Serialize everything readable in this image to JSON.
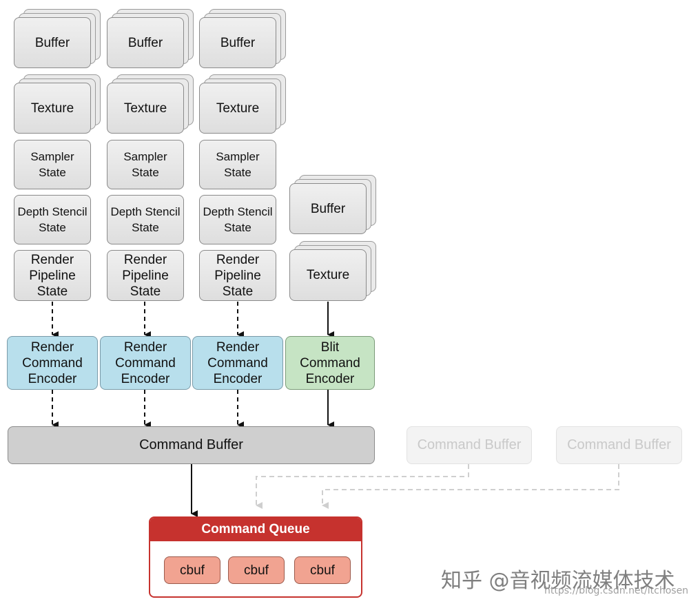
{
  "columns": [
    {
      "buffer": "Buffer",
      "texture": "Texture",
      "sampler": "Sampler\nState",
      "depth": "Depth Stencil\nState",
      "pipeline": "Render\nPipeline\nState",
      "encoder": "Render\nCommand\nEncoder"
    },
    {
      "buffer": "Buffer",
      "texture": "Texture",
      "sampler": "Sampler\nState",
      "depth": "Depth Stencil\nState",
      "pipeline": "Render\nPipeline\nState",
      "encoder": "Render\nCommand\nEncoder"
    },
    {
      "buffer": "Buffer",
      "texture": "Texture",
      "sampler": "Sampler\nState",
      "depth": "Depth Stencil\nState",
      "pipeline": "Render\nPipeline\nState",
      "encoder": "Render\nCommand\nEncoder"
    }
  ],
  "blit": {
    "buffer": "Buffer",
    "texture": "Texture",
    "encoder": "Blit\nCommand\nEncoder"
  },
  "command_buffer": "Command Buffer",
  "ghost_buffers": [
    "Command Buffer",
    "Command Buffer"
  ],
  "queue": {
    "title": "Command Queue",
    "items": [
      "cbuf",
      "cbuf",
      "cbuf"
    ]
  },
  "colors": {
    "render_encoder": "#b8dfec",
    "blit_encoder": "#c6e4c4",
    "queue": "#c6322e",
    "cbuf": "#f1a391"
  },
  "watermark": "知乎 @音视频流媒体技术",
  "watermark_url": "https://blog.csdn.net/itchosen"
}
